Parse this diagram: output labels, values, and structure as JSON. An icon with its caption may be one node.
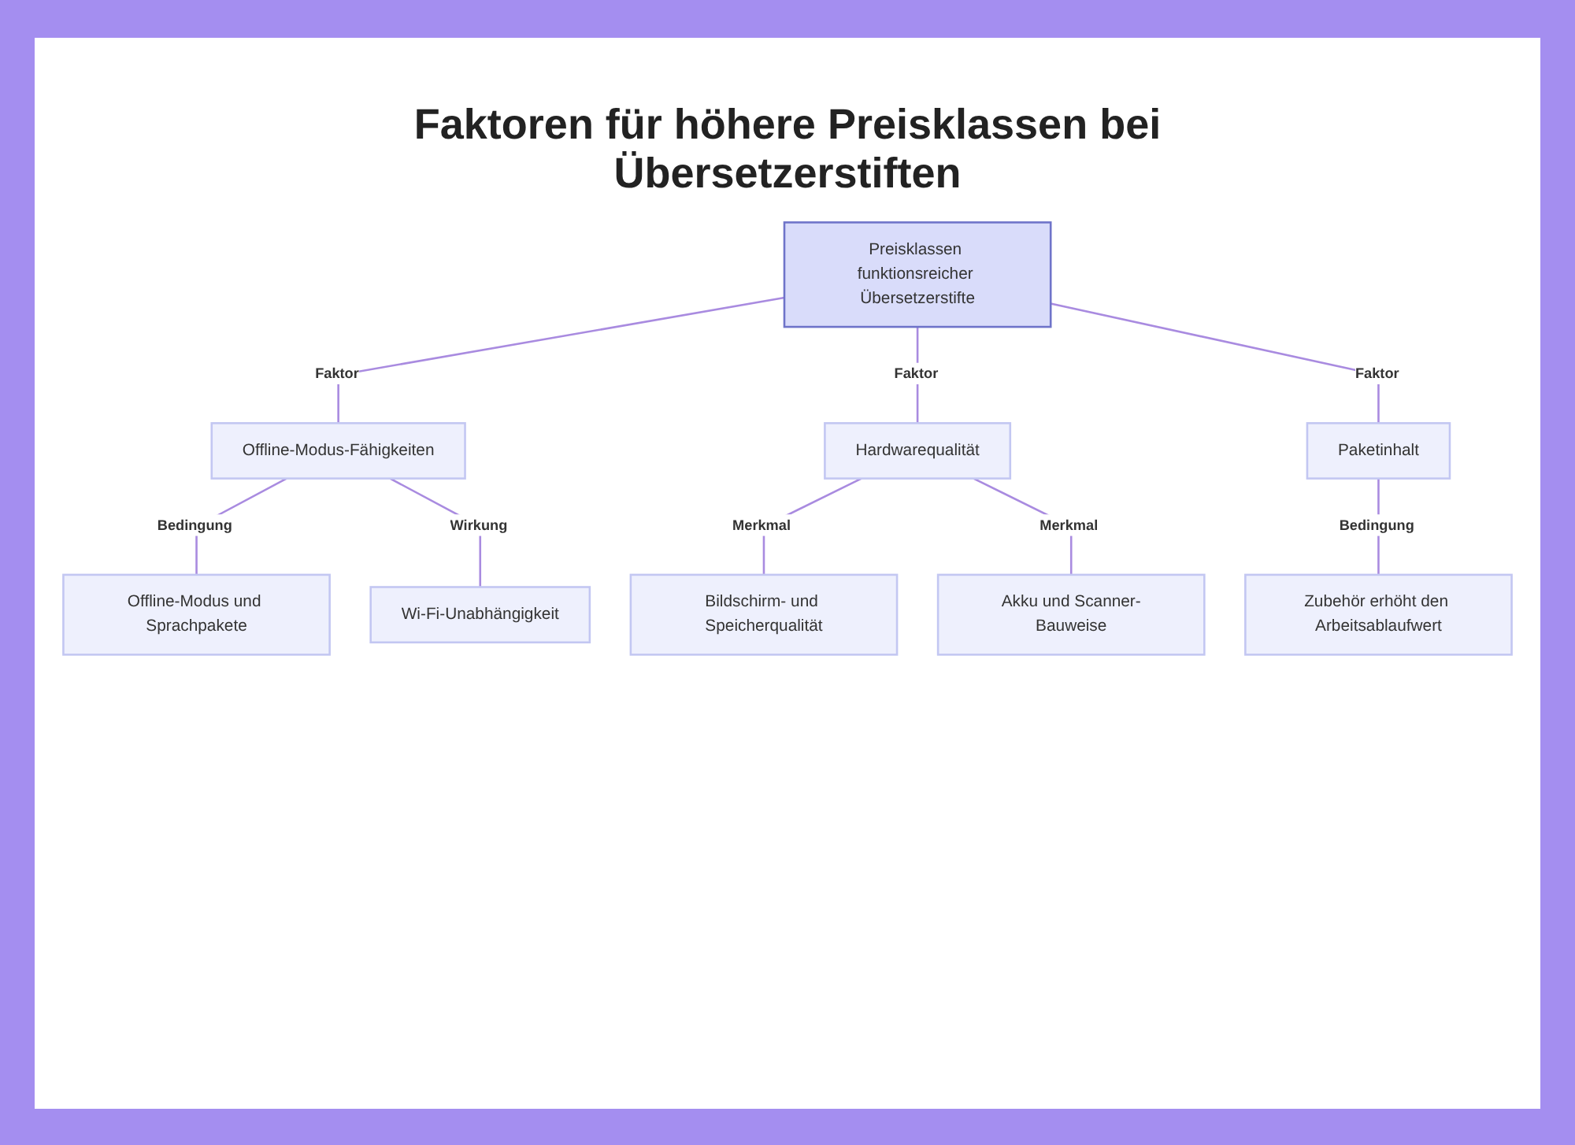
{
  "diagram": {
    "title": "Faktoren für höhere Preisklassen bei Übersetzerstiften",
    "nodes": [
      {
        "text": [
          "Preisklassen funktionsreicher Übersetzerstifte"
        ]
      },
      {
        "text": [
          "Offline-Modus-Fähigkeiten"
        ]
      },
      {
        "text": [
          "Hardwarequalität"
        ]
      },
      {
        "text": [
          "Paketinhalt"
        ]
      },
      {
        "text": [
          "Offline-Modus und Sprachpakete"
        ]
      },
      {
        "text": [
          "Wi-Fi-Unabhängigkeit"
        ]
      },
      {
        "text": [
          "Bildschirm- und Speicherqualität"
        ]
      },
      {
        "text": [
          "Akku und Scanner-Bauweise"
        ]
      },
      {
        "text": [
          "Zubehör erhöht den Arbeitsablaufwert"
        ]
      }
    ],
    "edges": [
      {
        "from": 0,
        "to": 1,
        "arrow": "none",
        "label": "Faktor"
      },
      {
        "from": 0,
        "to": 2,
        "arrow": "none",
        "label": "Faktor"
      },
      {
        "from": 0,
        "to": 3,
        "arrow": "none",
        "label": "Faktor"
      },
      {
        "from": 1,
        "to": 4,
        "arrow": "none",
        "label": "Bedingung"
      },
      {
        "from": 1,
        "to": 5,
        "arrow": "none",
        "label": "Wirkung"
      },
      {
        "from": 2,
        "to": 6,
        "arrow": "none",
        "label": "Merkmal"
      },
      {
        "from": 2,
        "to": 7,
        "arrow": "none",
        "label": "Merkmal"
      },
      {
        "from": 3,
        "to": 8,
        "arrow": "none",
        "label": "Bedingung"
      }
    ]
  }
}
